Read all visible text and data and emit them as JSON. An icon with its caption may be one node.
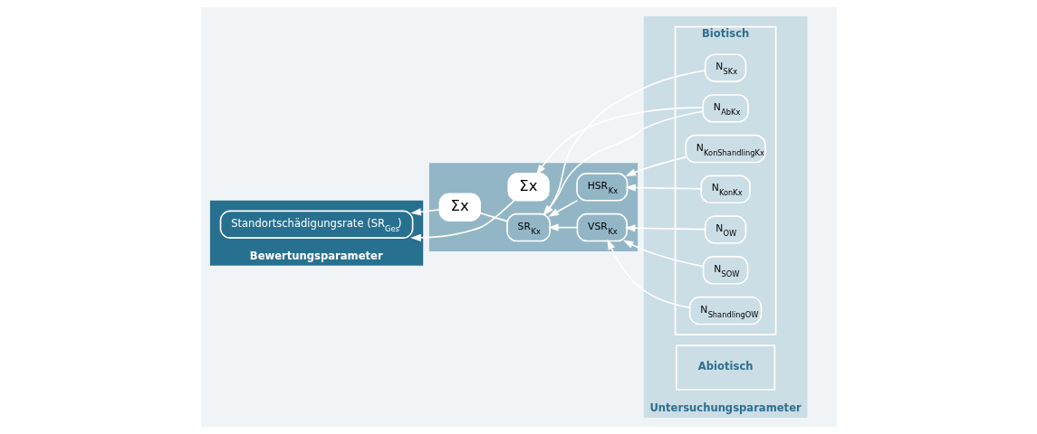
{
  "diagram": {
    "nodes": [
      {
        "text": [
          "Bewertungsparameter"
        ]
      },
      {
        "text": [
          "Standortschädigungsrate (SR$_{Ges}$)"
        ],
        "in": 0
      },
      {
        "text": [],
        "shape": "box"
      },
      {
        "text": [
          "Σx"
        ],
        "in": 2
      },
      {
        "text": [
          "Σx"
        ],
        "in": 2
      },
      {
        "text": [
          "SR$_{Kx}$"
        ],
        "in": 2
      },
      {
        "text": [
          "VSR$_{Kx}$"
        ],
        "in": 2
      },
      {
        "text": [
          "HSR$_{Kx}$"
        ],
        "in": 2
      },
      {
        "text": [
          "Untersuchungsparameter"
        ]
      },
      {
        "text": [
          "Biotisch"
        ],
        "in": 8
      },
      {
        "text": [
          "Abiotisch"
        ],
        "in": 8
      },
      {
        "text": [
          "N$_{AbKx}$"
        ],
        "in": 9
      },
      {
        "text": [
          "N$_{SKx}$"
        ],
        "in": 9
      },
      {
        "text": [
          "N$_{SOW}$"
        ],
        "in": 9
      },
      {
        "text": [
          "N$_{OW}$"
        ],
        "in": 9
      },
      {
        "text": [
          "N$_{ShandlingOW}$"
        ],
        "in": 9
      },
      {
        "text": [
          "N$_{KonShandlingKx}$"
        ],
        "in": 9
      },
      {
        "text": [
          "N$_{KonKx}$"
        ],
        "in": 9
      }
    ],
    "edges": [
      {
        "from": 11,
        "to": 3,
        "arrow": "to"
      },
      {
        "from": 11,
        "to": 5,
        "arrow": "to"
      },
      {
        "from": 12,
        "to": 5,
        "arrow": "to"
      },
      {
        "from": 3,
        "to": 1,
        "arrow": "to"
      },
      {
        "from": 4,
        "to": 1,
        "arrow": "to"
      },
      {
        "from": 5,
        "to": 4,
        "arrow": "none"
      },
      {
        "from": 6,
        "to": 5,
        "arrow": "to"
      },
      {
        "from": 7,
        "to": 5,
        "arrow": "to"
      },
      {
        "from": 13,
        "to": 6,
        "arrow": "to"
      },
      {
        "from": 14,
        "to": 6,
        "arrow": "to"
      },
      {
        "from": 15,
        "to": 6,
        "arrow": "to"
      },
      {
        "from": 16,
        "to": 7,
        "arrow": "to"
      },
      {
        "from": 17,
        "to": 7,
        "arrow": "to"
      }
    ]
  }
}
